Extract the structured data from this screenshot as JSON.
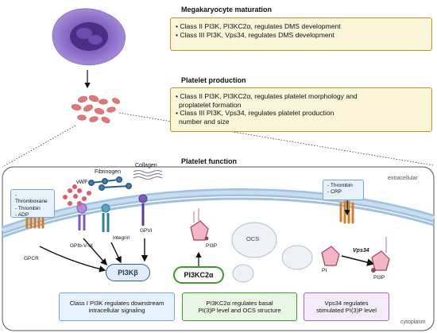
{
  "maturation": {
    "heading": "Megakaryocyte maturation",
    "lines": [
      "• Class II PI3K, PI3KC2α, regulates DMS development",
      "• Class III PI3K, Vps34, regulates DMS development"
    ]
  },
  "production": {
    "heading": "Platelet production",
    "lines": [
      "• Class II PI3K, PI3KC2α, regulates platelet morphology and",
      "  proplatelet formation",
      "• Class III PI3K, Vps34, regulates platelet production",
      "  number and size"
    ]
  },
  "function": {
    "heading": "Platelet function",
    "extracellular": "extracellular",
    "cytoplasm": "cytoplasm",
    "left_agonists": [
      "- Thromboxane",
      "- Thrombin",
      "- ADP"
    ],
    "right_agonists": [
      "- Thrombin",
      "- CRP"
    ],
    "labels": {
      "vwf": "vWF",
      "fibrinogen": "Fibrinogen",
      "collagen": "Collagen",
      "gpcr": "GPCR",
      "gpib": "GPIb-V-IX",
      "integrin": "integrin",
      "gpvi": "GPVI",
      "pi3p_left": "PI3P",
      "ocs": "OCS",
      "pi": "PI",
      "vps34": "Vps34",
      "pi3p_right": "PI3P"
    },
    "pi3kb": "PI3Kβ",
    "pi3kc2a": "PI3KC2α",
    "info_left": [
      "Class I PI3K regulates downstream",
      "intracellular signaling"
    ],
    "info_mid": [
      "PI3KC2α regulates basal",
      "PI(3)P level and OCS structure"
    ],
    "info_right": [
      "Vps34 regulates",
      "stimulated PI(3)P level"
    ]
  },
  "colors": {
    "yellow_fill": "#fbf5da",
    "yellow_border": "#b59a2a",
    "membrane_blue": "#9fc1e3",
    "platelet_red": "#e07a7a",
    "mk_purple": "#8a6bc4",
    "green": "#3f9a2c",
    "purple_box": "#9b6fc0"
  }
}
